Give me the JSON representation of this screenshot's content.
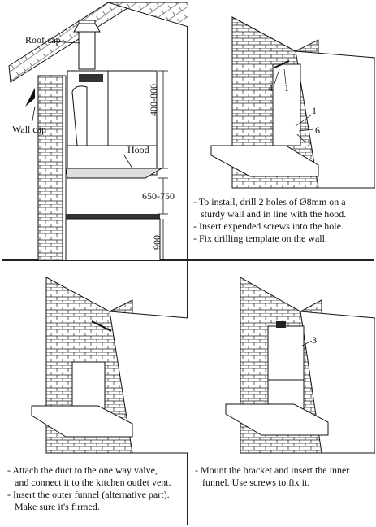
{
  "panel1": {
    "labels": {
      "roof_cap": "Roof cap",
      "wall_cap": "Wall cap",
      "hood": "Hood",
      "dim_duct": "400-800",
      "dim_height": "650-750",
      "dim_counter": "900"
    }
  },
  "panel2": {
    "callouts": [
      "4",
      "1",
      "1",
      "6",
      "2"
    ],
    "instructions": [
      "- To install, drill 2 holes of Ø8mm  on a",
      "sturdy wall and in line with the hood.",
      "- Insert expended screws into the hole.",
      "- Fix drilling template on the wall."
    ]
  },
  "panel3": {
    "instructions": [
      "- Attach the duct to the one way valve,",
      "and connect it to the kitchen outlet vent.",
      "- Insert the outer funnel  (alternative part).",
      "Make sure  it's firmed."
    ]
  },
  "panel4": {
    "callouts": [
      "3"
    ],
    "instructions": [
      "- Mount the bracket and insert the inner",
      "funnel. Use screws to fix it."
    ]
  }
}
